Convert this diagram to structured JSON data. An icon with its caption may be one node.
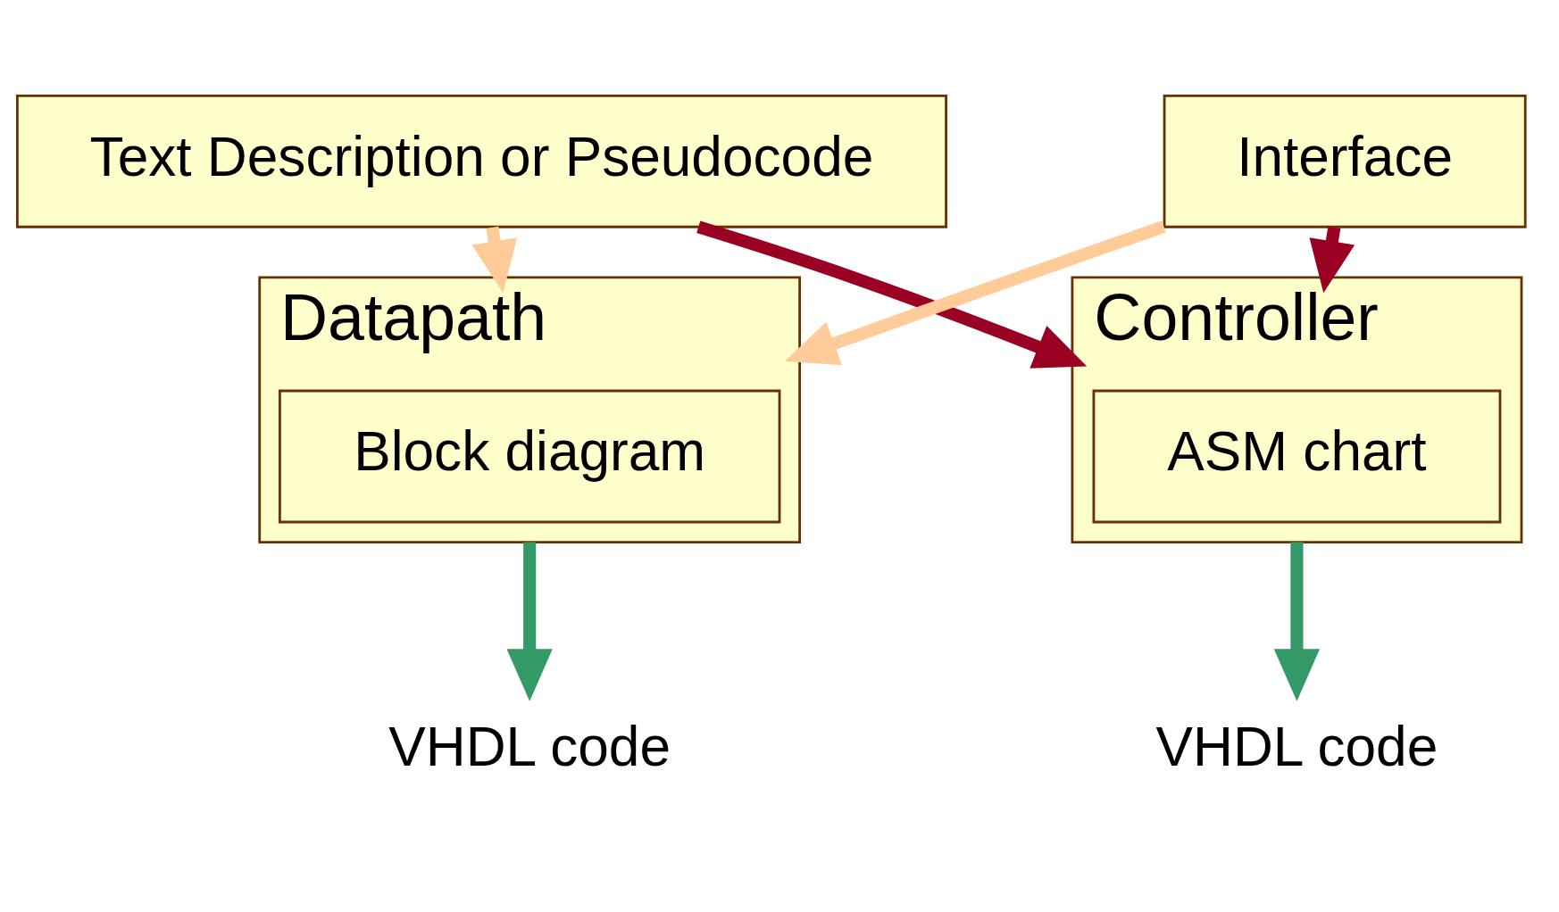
{
  "diagram": {
    "nodes": [
      {
        "text": [
          "Text Description or Pseudocode"
        ]
      },
      {
        "text": [
          "Interface"
        ]
      },
      {
        "text": [
          "Datapath"
        ]
      },
      {
        "text": [
          "Block diagram"
        ],
        "in": 2
      },
      {
        "text": [
          "Controller"
        ]
      },
      {
        "text": [
          "ASM chart"
        ],
        "in": 4
      },
      {
        "text": [
          "VHDL code"
        ]
      },
      {
        "text": [
          "VHDL code"
        ]
      }
    ],
    "edges": [
      {
        "from": 0,
        "to": 2,
        "arrow": "to",
        "color": "#ffcc99"
      },
      {
        "from": 1,
        "to": 2,
        "arrow": "to",
        "color": "#ffcc99"
      },
      {
        "from": 0,
        "to": 4,
        "arrow": "to",
        "color": "#990022"
      },
      {
        "from": 1,
        "to": 4,
        "arrow": "to",
        "color": "#990022"
      },
      {
        "from": 2,
        "to": 6,
        "arrow": "to",
        "color": "#339966"
      },
      {
        "from": 4,
        "to": 7,
        "arrow": "to",
        "color": "#339966"
      }
    ]
  }
}
